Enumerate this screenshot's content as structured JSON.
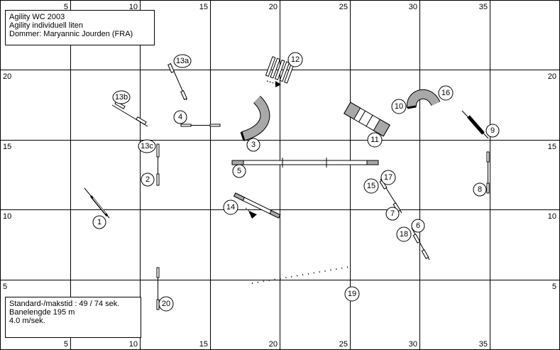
{
  "info_top": {
    "line1": "Agility WC 2003",
    "line2": "Agility individuell liten",
    "line3": "Dommer: Maryannic Jourden (FRA)"
  },
  "info_bottom": {
    "line1": "Standard-/makstid : 49 / 74 sek.",
    "line2": "Banelengde 195 m",
    "line3": "4.0 m/sek."
  },
  "axes": {
    "x_ticks": [
      "5",
      "10",
      "15",
      "20",
      "25",
      "30",
      "35"
    ],
    "y_ticks": [
      "20",
      "15",
      "10",
      "5"
    ]
  },
  "obstacles": [
    "1",
    "2",
    "3",
    "4",
    "5",
    "6",
    "7",
    "8",
    "9",
    "10",
    "11",
    "12",
    "13a",
    "13b",
    "13c",
    "14",
    "15",
    "16",
    "17",
    "18",
    "19",
    "20"
  ],
  "colors": {
    "tunnel_fill": "#a8a8a8",
    "line": "#000000",
    "background": "#ffffff"
  }
}
